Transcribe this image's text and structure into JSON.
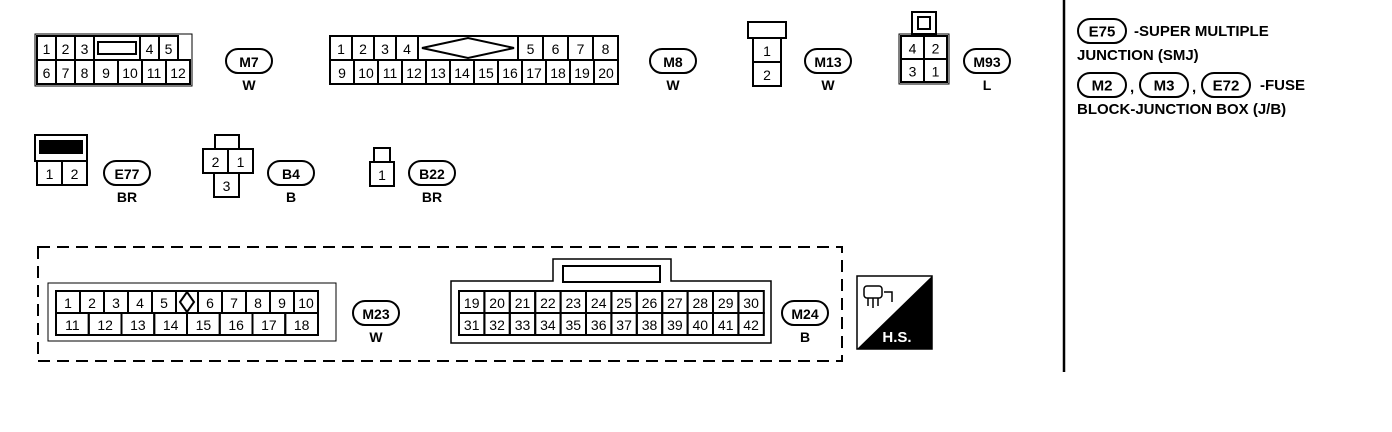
{
  "connectors": [
    {
      "id": "M7",
      "color": "W",
      "rows": [
        {
          "pins": [
            "1",
            "2",
            "3",
            "",
            "4",
            "5"
          ],
          "key": [
            3
          ]
        },
        {
          "pins": [
            "6",
            "7",
            "8",
            "9",
            "10",
            "11",
            "12"
          ]
        }
      ]
    },
    {
      "id": "M8",
      "color": "W",
      "rows": [
        {
          "pins": [
            "1",
            "2",
            "3",
            "4",
            "",
            "5",
            "6",
            "7",
            "8"
          ],
          "diamond": [
            4
          ]
        },
        {
          "pins": [
            "9",
            "10",
            "11",
            "12",
            "13",
            "14",
            "15",
            "16",
            "17",
            "18",
            "19",
            "20"
          ]
        }
      ]
    },
    {
      "id": "M13",
      "color": "W",
      "pins": [
        "1",
        "2"
      ]
    },
    {
      "id": "M93",
      "color": "L",
      "rows": [
        {
          "pins": [
            "4",
            "2"
          ]
        },
        {
          "pins": [
            "3",
            "1"
          ]
        }
      ]
    },
    {
      "id": "E77",
      "color": "BR",
      "pins": [
        "1",
        "2"
      ]
    },
    {
      "id": "B4",
      "color": "B",
      "rows": [
        {
          "pins": [
            "2",
            "1"
          ]
        },
        {
          "pins": [
            "3"
          ]
        }
      ]
    },
    {
      "id": "B22",
      "color": "BR",
      "pins": [
        "1"
      ]
    },
    {
      "id": "M23",
      "color": "W",
      "rows": [
        {
          "pins": [
            "1",
            "2",
            "3",
            "4",
            "5",
            "",
            "6",
            "7",
            "8",
            "9",
            "10"
          ],
          "diamond": [
            5
          ]
        },
        {
          "pins": [
            "11",
            "12",
            "13",
            "14",
            "15",
            "16",
            "17",
            "18"
          ]
        }
      ]
    },
    {
      "id": "M24",
      "color": "B",
      "rows": [
        {
          "pins": [
            "19",
            "20",
            "21",
            "22",
            "23",
            "24",
            "25",
            "26",
            "27",
            "28",
            "29",
            "30"
          ]
        },
        {
          "pins": [
            "31",
            "32",
            "33",
            "34",
            "35",
            "36",
            "37",
            "38",
            "39",
            "40",
            "41",
            "42"
          ]
        }
      ]
    }
  ],
  "legend": {
    "smj_badge": "E75",
    "smj_line1": "-SUPER MULTIPLE",
    "smj_line2": "JUNCTION (SMJ)",
    "jb_badges": [
      "M2",
      "M3",
      "E72"
    ],
    "separator": ",",
    "jb_line1": "-FUSE",
    "jb_line2": "BLOCK-JUNCTION BOX (J/B)"
  },
  "hs_label": "H.S.",
  "harness_icon": "harness-connector-icon"
}
